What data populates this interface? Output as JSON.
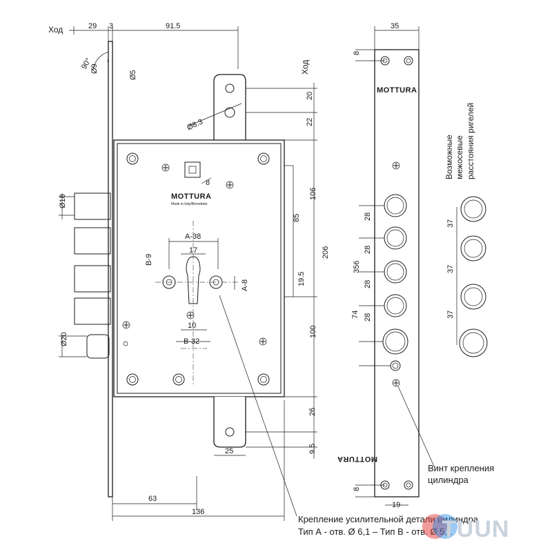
{
  "labels": {
    "hod_top": "Ход",
    "hod_right": "Ход",
    "brand_body": "MOTTURA",
    "made_in": "Made in Italy/Brevettato",
    "brand_plate": "MOTTURA",
    "brand_plate_bottom": "MOTTURA",
    "bolt_spacing": [
      "Возможные",
      "межосевые",
      "расстояния ригелей"
    ],
    "screw_caption": [
      "Винт крепления",
      "цилиндра"
    ],
    "reinforcement_caption": [
      "Крепление усилительной детали цилиндра",
      "Тип А - отв. Ø 6,1 – Тип В - отв. Ø 5,1"
    ],
    "watermark": "TUUN"
  },
  "dims_top": {
    "d29": "29",
    "d3": "3",
    "d915": "91.5"
  },
  "dims_side": {
    "deg90": "90°",
    "dia9": "Ø9",
    "dia5": "Ø5",
    "dia83": "Ø8.3",
    "dia18": "Ø18",
    "dia20": "Ø20"
  },
  "dims_body": {
    "sq8": "8",
    "a38": "A-38",
    "d17": "17",
    "b9": "B-9",
    "a8": "A-8",
    "d10": "10",
    "b32": "B-32"
  },
  "dims_vertical": {
    "d20": "20",
    "d22": "22",
    "d106": "106",
    "d85": "85",
    "d206": "206",
    "d195": "19.5",
    "d100": "100",
    "d26": "26",
    "d95": "9.5"
  },
  "dims_bottom": {
    "d25": "25",
    "d63": "63",
    "d136": "136"
  },
  "dims_plate": {
    "w35": "35",
    "top8": "8",
    "d356": "356",
    "d74": "74",
    "p28": [
      "28",
      "28",
      "28",
      "28"
    ],
    "bot8": "8",
    "w19": "19"
  },
  "dims_spacing": {
    "s37": [
      "37",
      "37",
      "37"
    ]
  },
  "colors": {
    "line": "#1a1a1a",
    "watermark": "#c9d3dd",
    "accent_red": "#e23a3a",
    "accent_blue": "#1e88e5"
  }
}
